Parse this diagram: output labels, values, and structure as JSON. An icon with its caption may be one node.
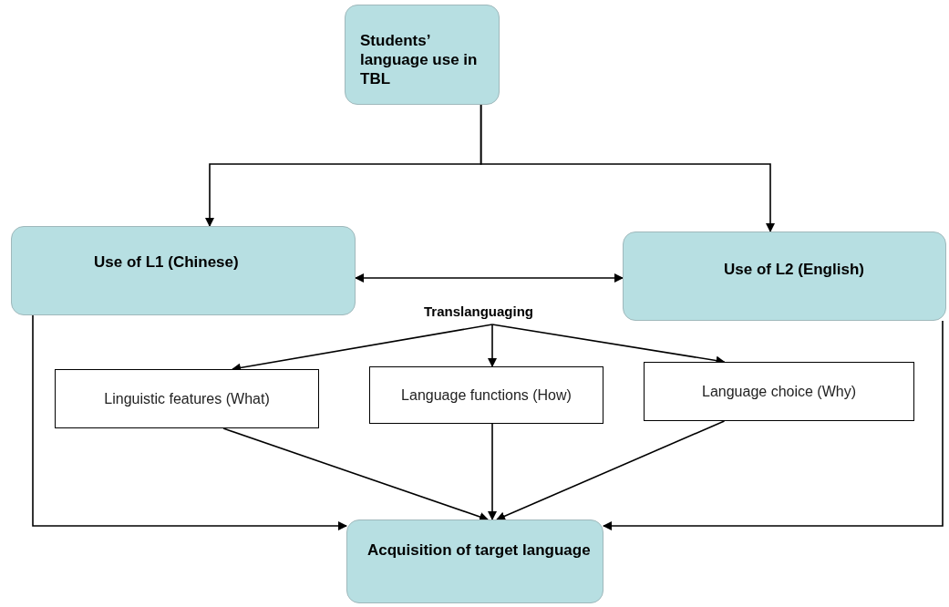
{
  "diagram": {
    "nodes": [
      {
        "text": [
          "Students’ language use in TBL"
        ]
      },
      {
        "text": [
          "Use of L1 (Chinese)"
        ]
      },
      {
        "text": [
          "Use of L2 (English)"
        ]
      },
      {
        "text": [
          "Translanguaging"
        ]
      },
      {
        "text": [
          "Linguistic features (What)"
        ]
      },
      {
        "text": [
          "Language functions (How)"
        ]
      },
      {
        "text": [
          "Language choice (Why)"
        ]
      },
      {
        "text": [
          "Acquisition of target language"
        ]
      }
    ],
    "edges": [
      {
        "from": 0,
        "to": 1,
        "arrow": "to"
      },
      {
        "from": 0,
        "to": 2,
        "arrow": "to"
      },
      {
        "from": 1,
        "to": 2,
        "arrow": "both"
      },
      {
        "from": 3,
        "to": 4,
        "arrow": "to"
      },
      {
        "from": 3,
        "to": 5,
        "arrow": "to"
      },
      {
        "from": 3,
        "to": 6,
        "arrow": "to"
      },
      {
        "from": 4,
        "to": 7,
        "arrow": "to"
      },
      {
        "from": 5,
        "to": 7,
        "arrow": "to"
      },
      {
        "from": 6,
        "to": 7,
        "arrow": "to"
      },
      {
        "from": 1,
        "to": 7,
        "arrow": "to"
      },
      {
        "from": 2,
        "to": 7,
        "arrow": "to"
      }
    ]
  }
}
